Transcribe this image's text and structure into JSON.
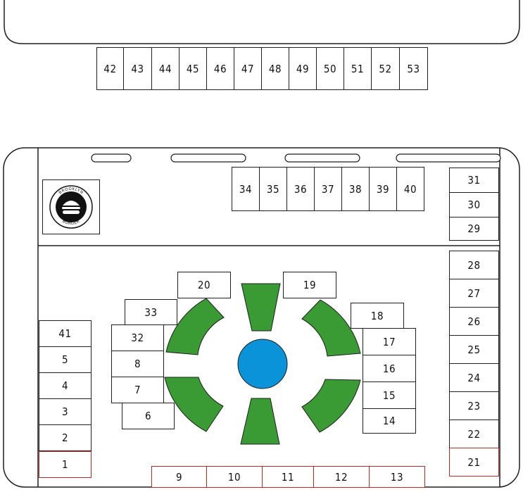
{
  "colors": {
    "line": "#1f1f1f",
    "highlight": "#b52a2a",
    "green": "#3a9b35",
    "blue": "#0b93d9"
  },
  "logo": {
    "icon": "burger-logo-icon",
    "top_text": "BROOKLYN",
    "bottom_text": "BURGER"
  },
  "seats": {
    "top_row": [
      "42",
      "43",
      "44",
      "45",
      "46",
      "47",
      "48",
      "49",
      "50",
      "51",
      "52",
      "53"
    ],
    "upper_row": [
      "34",
      "35",
      "36",
      "37",
      "38",
      "39",
      "40"
    ],
    "right_upper": [
      "31",
      "30",
      "29"
    ],
    "right_column": [
      "28",
      "27",
      "26",
      "25",
      "24",
      "23",
      "22",
      "21"
    ],
    "left_column": [
      "41",
      "5",
      "4",
      "3",
      "2",
      "1"
    ],
    "bottom_row": [
      "9",
      "10",
      "11",
      "12",
      "13"
    ],
    "left_inner": [
      "33",
      "32",
      "8",
      "7",
      "6"
    ],
    "center_top": [
      "20",
      "19"
    ],
    "right_inner": [
      "18",
      "17",
      "16",
      "15",
      "14"
    ]
  },
  "highlighted_seats": [
    "1",
    "9",
    "10",
    "11",
    "12",
    "13",
    "21"
  ]
}
